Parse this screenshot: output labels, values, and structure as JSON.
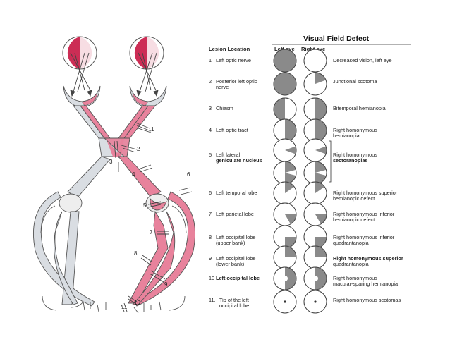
{
  "figure_title": "Visual Field Defect",
  "headers": {
    "lesion_location": "Lesion Location",
    "left_eye": "Left eye",
    "right_eye": "Right eye"
  },
  "colors": {
    "affected_pink": "#e8829c",
    "affected_red": "#cc2d55",
    "normal_gray": "#d9dde2",
    "defect_gray": "#8a8a8a",
    "outline": "#555555"
  },
  "pathway_markers": [
    "1",
    "2",
    "3",
    "4",
    "5",
    "6",
    "7",
    "8",
    "9",
    "10",
    "11"
  ],
  "rows": [
    {
      "loc_num": "1",
      "loc_lines": [
        "Left optic nerve"
      ],
      "bold_lines": [],
      "defect_lines": [
        "Decreased vision, left eye"
      ],
      "defect_bold": false
    },
    {
      "loc_num": "2",
      "loc_lines": [
        "Posterior left optic",
        "nerve"
      ],
      "bold_lines": [],
      "defect_lines": [
        "Junctional scotoma"
      ],
      "defect_bold": false
    },
    {
      "loc_num": "3",
      "loc_lines": [
        "Chiasm"
      ],
      "bold_lines": [],
      "defect_lines": [
        "Bitemporal hemianopia"
      ],
      "defect_bold": false
    },
    {
      "loc_num": "4",
      "loc_lines": [
        "Left optic tract"
      ],
      "bold_lines": [],
      "defect_lines": [
        "Right homonymous",
        "hemianopia"
      ],
      "defect_bold": false
    },
    {
      "loc_num": "5",
      "loc_lines": [
        "Left lateral",
        "geniculate nucleus"
      ],
      "bold_lines": [
        1
      ],
      "defect_lines": [
        "Right homonymous",
        "sectoranopias"
      ],
      "defect_bold_lines": [
        1
      ]
    },
    {
      "loc_num": "6",
      "loc_lines": [
        "Left temporal lobe"
      ],
      "bold_lines": [],
      "defect_lines": [
        "Right homonymous superior",
        "hemianopic defect"
      ],
      "defect_bold": false
    },
    {
      "loc_num": "7",
      "loc_lines": [
        "Left parietal lobe"
      ],
      "bold_lines": [],
      "defect_lines": [
        "Right homonymous inferior",
        "hemianopic defect"
      ],
      "defect_bold": false
    },
    {
      "loc_num": "8",
      "loc_lines": [
        "Left occipital lobe",
        "(upper bank)"
      ],
      "bold_lines": [],
      "defect_lines": [
        "Right homonymous inferior",
        "quadrantanopia"
      ],
      "defect_bold": false
    },
    {
      "loc_num": "9",
      "loc_lines": [
        "Left occipital lobe",
        "(lower bank)"
      ],
      "bold_lines": [],
      "defect_lines": [
        "Right homonymous superior",
        "quadrantanopia"
      ],
      "defect_bold_lines": [
        0
      ]
    },
    {
      "loc_num": "10",
      "loc_lines": [
        "Left occipital lobe"
      ],
      "bold_lines": [
        0
      ],
      "defect_lines": [
        "Right homonymous",
        "macular-sparing hemianopia"
      ],
      "defect_bold": false
    },
    {
      "loc_num": "11.",
      "loc_lines": [
        "Tip of the left",
        "occipital lobe"
      ],
      "bold_lines": [],
      "defect_lines": [
        "Right homonymous scotomas"
      ],
      "defect_bold": false
    }
  ],
  "field_defects": {
    "description_key": "shaded region of each circular visual field",
    "entries": [
      {
        "row": "1",
        "left": "full",
        "right": "none"
      },
      {
        "row": "2",
        "left": "full",
        "right": "upper-temporal-wedge"
      },
      {
        "row": "3",
        "left": "left-half",
        "right": "right-half"
      },
      {
        "row": "4",
        "left": "right-half",
        "right": "right-half"
      },
      {
        "row": "5a",
        "left": "right-wedge-center",
        "right": "right-wedge-center"
      },
      {
        "row": "5b",
        "left": "right-half-minus-wedge",
        "right": "right-half-minus-wedge"
      },
      {
        "row": "6",
        "left": "upper-right-small",
        "right": "upper-right-small"
      },
      {
        "row": "7",
        "left": "lower-right-small",
        "right": "lower-right-small"
      },
      {
        "row": "8",
        "left": "lower-right-quadrant",
        "right": "lower-right-quadrant"
      },
      {
        "row": "9",
        "left": "upper-right-quadrant",
        "right": "upper-right-quadrant"
      },
      {
        "row": "10",
        "left": "right-half-spared-center",
        "right": "right-half-spared-center"
      },
      {
        "row": "11",
        "left": "center-dot",
        "right": "center-dot"
      }
    ]
  }
}
